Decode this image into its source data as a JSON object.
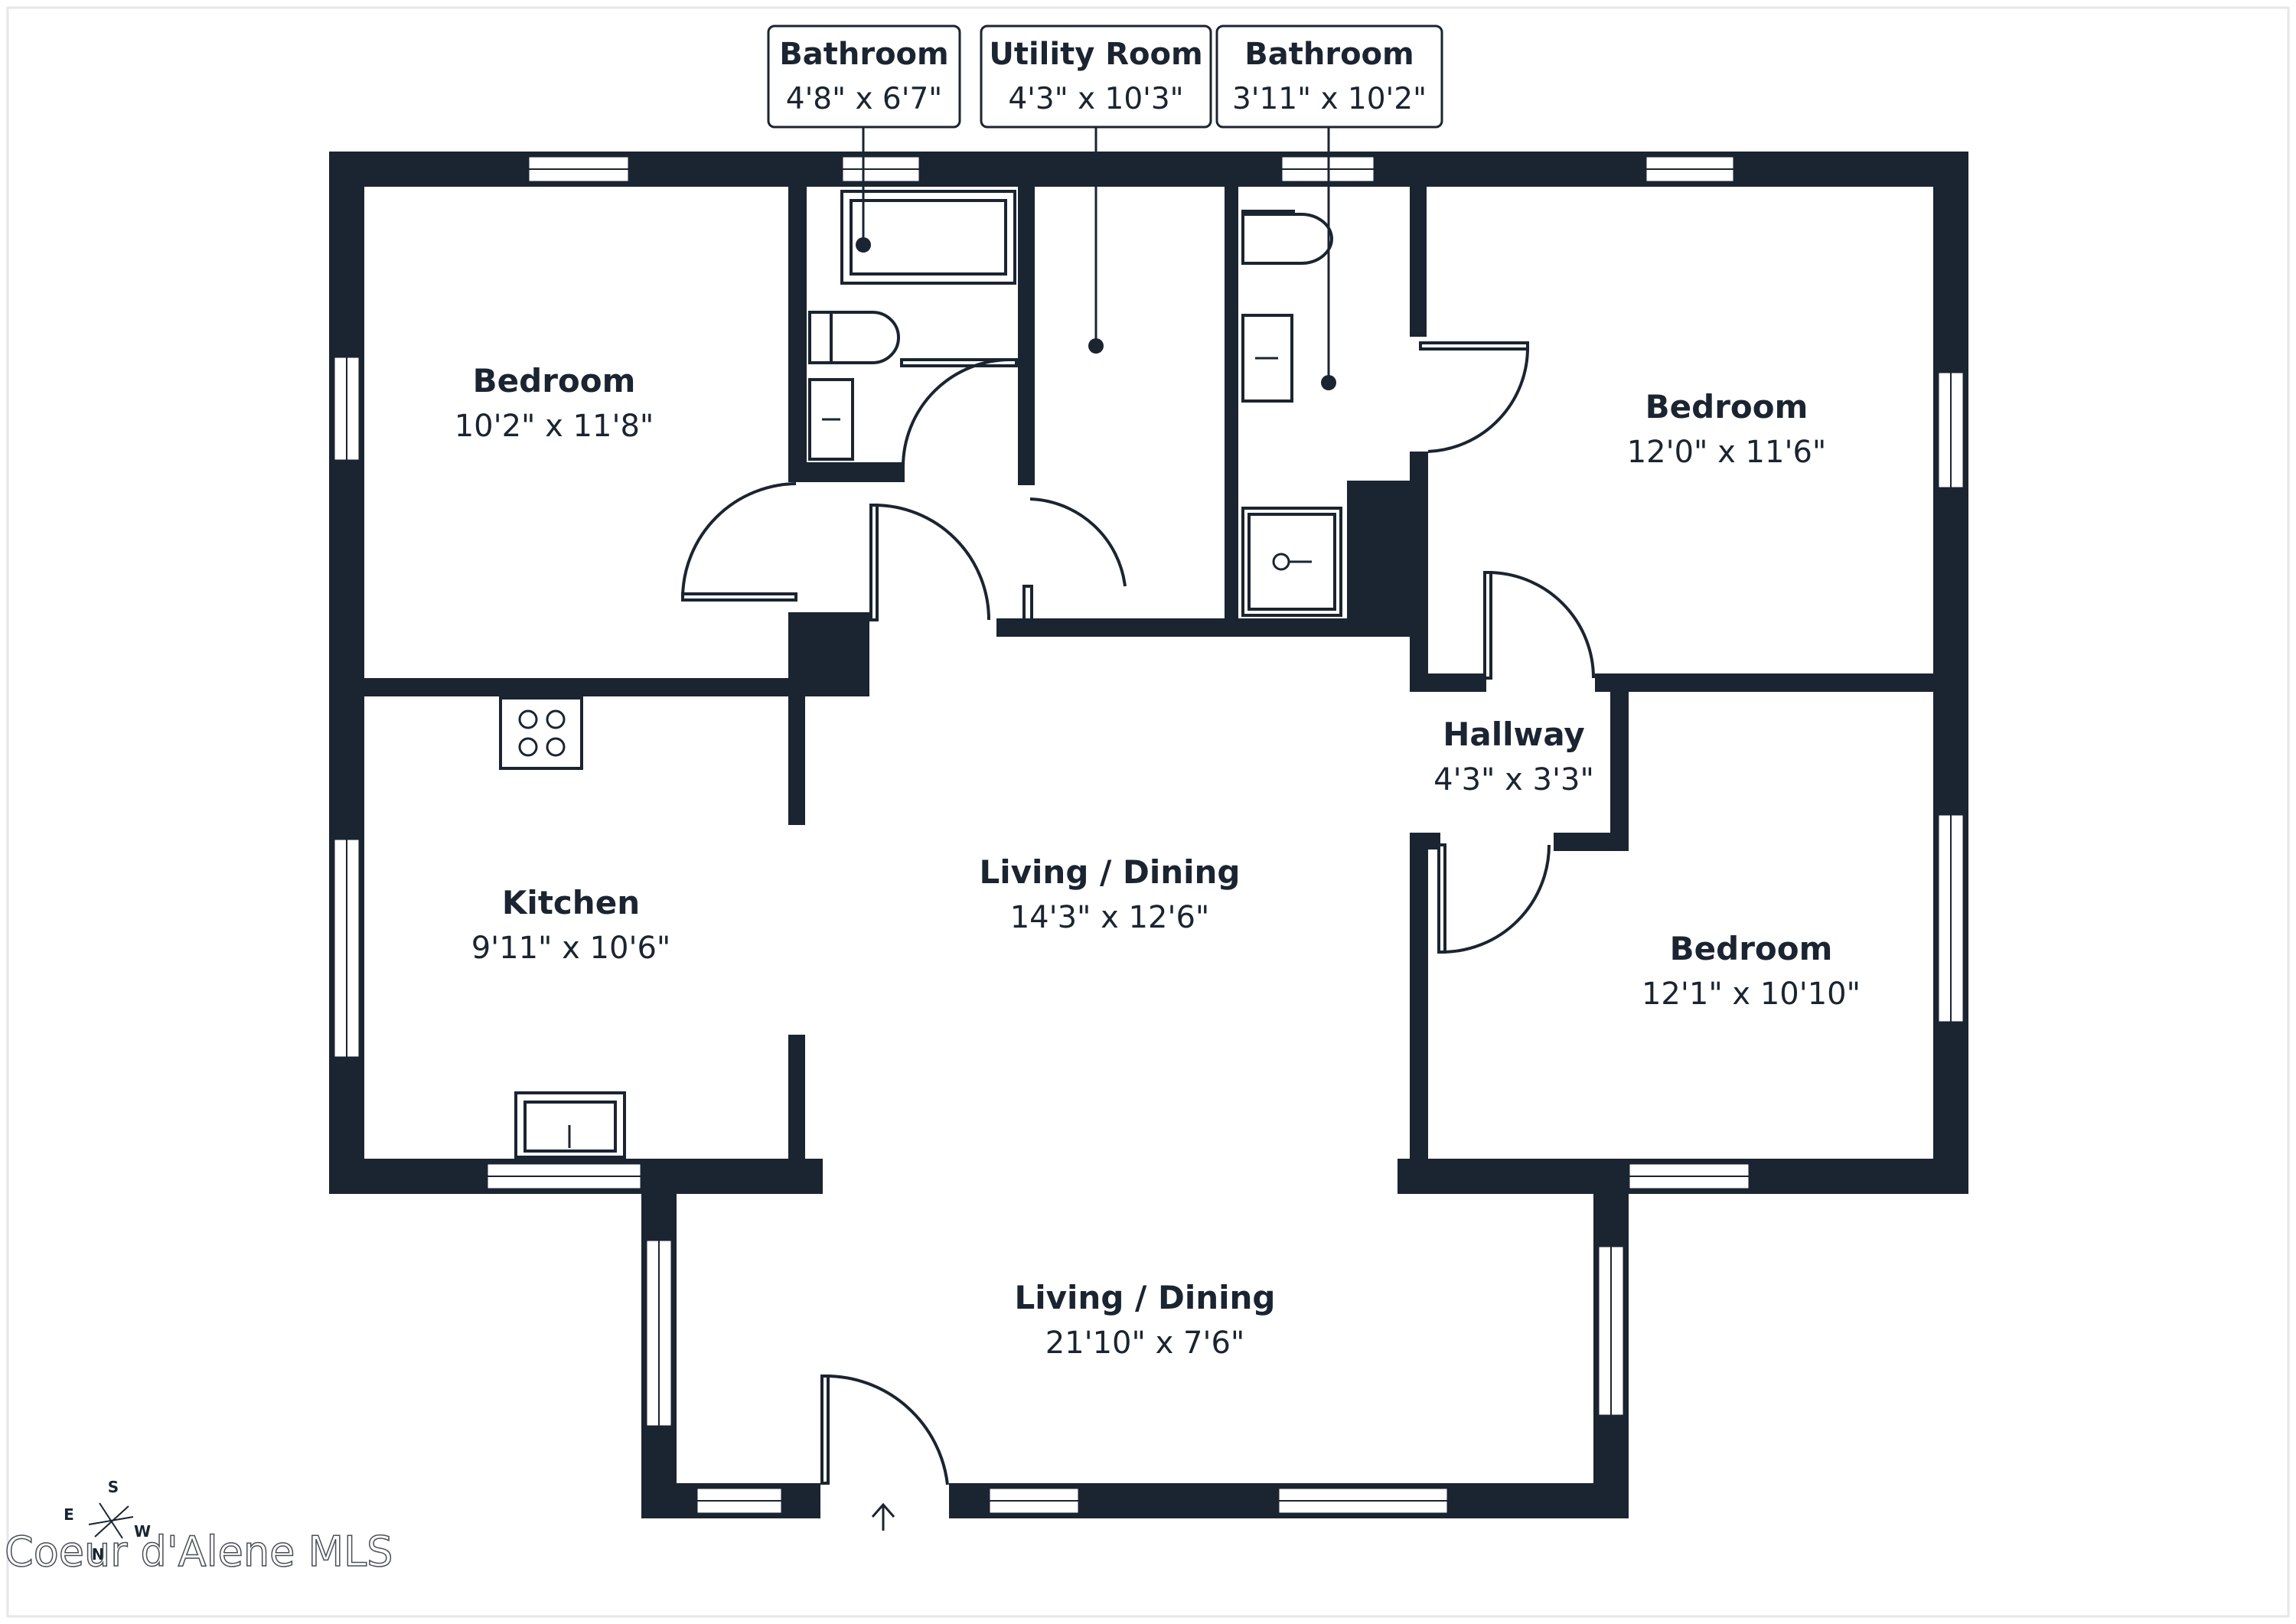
{
  "rooms": [
    {
      "name": "Bedroom",
      "dims": "10'2\" x 11'8\""
    },
    {
      "name": "Bedroom",
      "dims": "12'0\" x 11'6\""
    },
    {
      "name": "Hallway",
      "dims": "4'3\" x 3'3\""
    },
    {
      "name": "Kitchen",
      "dims": "9'11\" x 10'6\""
    },
    {
      "name": "Living / Dining",
      "dims": "14'3\" x 12'6\""
    },
    {
      "name": "Bedroom",
      "dims": "12'1\" x 10'10\""
    },
    {
      "name": "Living / Dining",
      "dims": "21'10\" x 7'6\""
    }
  ],
  "callouts": [
    {
      "name": "Bathroom",
      "dims": "4'8\" x 6'7\""
    },
    {
      "name": "Utility Room",
      "dims": "4'3\" x 10'3\""
    },
    {
      "name": "Bathroom",
      "dims": "3'11\" x 10'2\""
    }
  ],
  "compass": {
    "s": "S",
    "e": "E",
    "w": "W",
    "n": "N"
  },
  "watermark": "Coeur d'Alene MLS",
  "colors": {
    "wall": "#1b2431",
    "background": "#ffffff"
  }
}
